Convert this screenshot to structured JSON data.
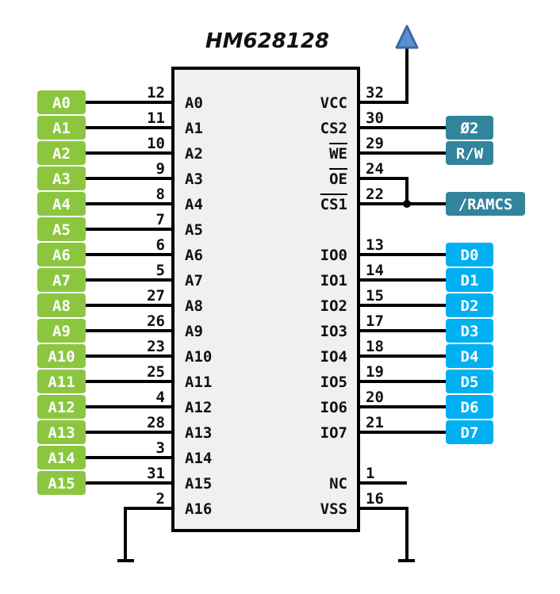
{
  "title": "HM628128",
  "chip": {
    "left_pins": [
      {
        "name": "A0",
        "number": "12",
        "net": "A0"
      },
      {
        "name": "A1",
        "number": "11",
        "net": "A1"
      },
      {
        "name": "A2",
        "number": "10",
        "net": "A2"
      },
      {
        "name": "A3",
        "number": "9",
        "net": "A3"
      },
      {
        "name": "A4",
        "number": "8",
        "net": "A4"
      },
      {
        "name": "A5",
        "number": "7",
        "net": "A5"
      },
      {
        "name": "A6",
        "number": "6",
        "net": "A6"
      },
      {
        "name": "A7",
        "number": "5",
        "net": "A7"
      },
      {
        "name": "A8",
        "number": "27",
        "net": "A8"
      },
      {
        "name": "A9",
        "number": "26",
        "net": "A9"
      },
      {
        "name": "A10",
        "number": "23",
        "net": "A10"
      },
      {
        "name": "A11",
        "number": "25",
        "net": "A11"
      },
      {
        "name": "A12",
        "number": "4",
        "net": "A12"
      },
      {
        "name": "A13",
        "number": "28",
        "net": "A13"
      },
      {
        "name": "A14",
        "number": "3",
        "net": "A14"
      },
      {
        "name": "A15",
        "number": "31",
        "net": "A15"
      },
      {
        "name": "A16",
        "number": "2",
        "net": "GND"
      }
    ],
    "right_pins": [
      {
        "name": "VCC",
        "number": "32",
        "net": "VCC",
        "overline": false
      },
      {
        "name": "CS2",
        "number": "30",
        "net": "Ø2",
        "overline": false
      },
      {
        "name": "WE",
        "number": "29",
        "net": "R/W",
        "overline": true
      },
      {
        "name": "OE",
        "number": "24",
        "net": "/RAMCS",
        "overline": true
      },
      {
        "name": "CS1",
        "number": "22",
        "net": "/RAMCS",
        "overline": true
      },
      {
        "name": "",
        "number": "",
        "net": "",
        "overline": false
      },
      {
        "name": "IO0",
        "number": "13",
        "net": "D0",
        "overline": false
      },
      {
        "name": "IO1",
        "number": "14",
        "net": "D1",
        "overline": false
      },
      {
        "name": "IO2",
        "number": "15",
        "net": "D2",
        "overline": false
      },
      {
        "name": "IO3",
        "number": "17",
        "net": "D3",
        "overline": false
      },
      {
        "name": "IO4",
        "number": "18",
        "net": "D4",
        "overline": false
      },
      {
        "name": "IO5",
        "number": "19",
        "net": "D5",
        "overline": false
      },
      {
        "name": "IO6",
        "number": "20",
        "net": "D6",
        "overline": false
      },
      {
        "name": "IO7",
        "number": "21",
        "net": "D7",
        "overline": false
      },
      {
        "name": "",
        "number": "",
        "net": "",
        "overline": false
      },
      {
        "name": "NC",
        "number": "1",
        "net": "",
        "overline": false
      },
      {
        "name": "VSS",
        "number": "16",
        "net": "GND",
        "overline": false
      }
    ]
  },
  "net_labels": {
    "address": [
      "A0",
      "A1",
      "A2",
      "A3",
      "A4",
      "A5",
      "A6",
      "A7",
      "A8",
      "A9",
      "A10",
      "A11",
      "A12",
      "A13",
      "A14",
      "A15"
    ],
    "control": [
      "Ø2",
      "R/W",
      "/RAMCS"
    ],
    "data": [
      "D0",
      "D1",
      "D2",
      "D3",
      "D4",
      "D5",
      "D6",
      "D7"
    ]
  },
  "colors": {
    "address_label": "#8cc63f",
    "control_label": "#31849b",
    "data_label": "#00b0f0",
    "vcc_symbol": "#4a7fc1",
    "chip_fill": "#f0f0f0"
  }
}
